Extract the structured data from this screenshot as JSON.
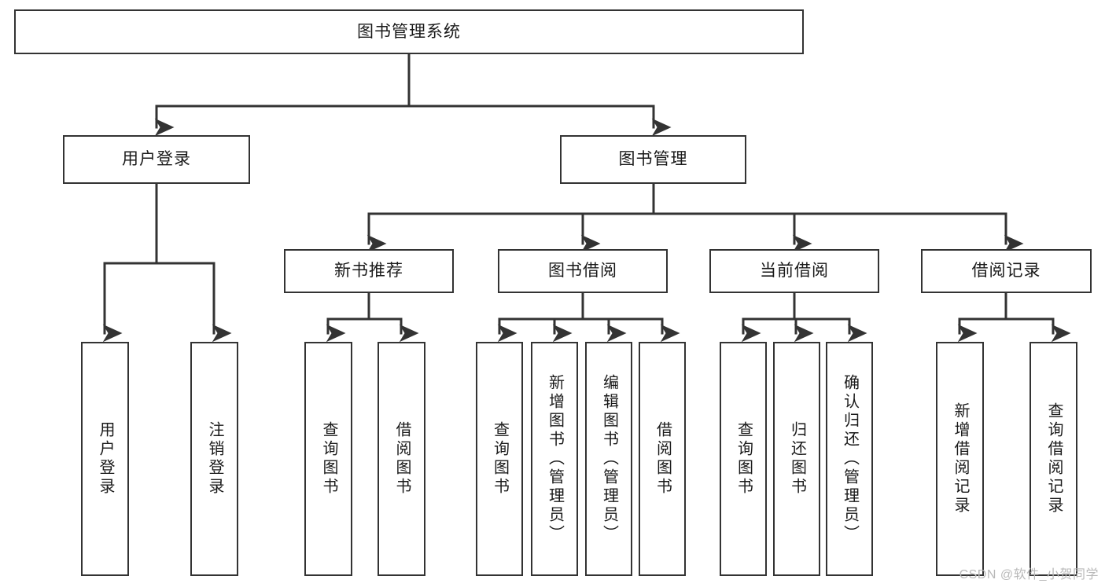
{
  "diagram": {
    "title": "图书管理系统",
    "type": "tree-hierarchy",
    "root": {
      "label": "图书管理系统"
    },
    "level2": [
      {
        "id": "user-login",
        "label": "用户登录"
      },
      {
        "id": "book-manage",
        "label": "图书管理"
      }
    ],
    "level3": [
      {
        "id": "new-book-recommend",
        "label": "新书推荐",
        "parent": "book-manage"
      },
      {
        "id": "book-borrow",
        "label": "图书借阅",
        "parent": "book-manage"
      },
      {
        "id": "current-borrow",
        "label": "当前借阅",
        "parent": "book-manage"
      },
      {
        "id": "borrow-record",
        "label": "借阅记录",
        "parent": "book-manage"
      }
    ],
    "leaves": [
      {
        "id": "leaf-user-login",
        "label": "用户登录",
        "parent": "user-login"
      },
      {
        "id": "leaf-logout",
        "label": "注销登录",
        "parent": "user-login"
      },
      {
        "id": "leaf-query-book-1",
        "label": "查询图书",
        "parent": "new-book-recommend"
      },
      {
        "id": "leaf-borrow-book-1",
        "label": "借阅图书",
        "parent": "new-book-recommend"
      },
      {
        "id": "leaf-query-book-2",
        "label": "查询图书",
        "parent": "book-borrow"
      },
      {
        "id": "leaf-add-book",
        "label": "新增图书（管理员）",
        "parent": "book-borrow"
      },
      {
        "id": "leaf-edit-book",
        "label": "编辑图书（管理员）",
        "parent": "book-borrow"
      },
      {
        "id": "leaf-borrow-book-2",
        "label": "借阅图书",
        "parent": "book-borrow"
      },
      {
        "id": "leaf-query-book-3",
        "label": "查询图书",
        "parent": "current-borrow"
      },
      {
        "id": "leaf-return-book",
        "label": "归还图书",
        "parent": "current-borrow"
      },
      {
        "id": "leaf-confirm-return",
        "label": "确认归还（管理员）",
        "parent": "current-borrow"
      },
      {
        "id": "leaf-add-record",
        "label": "新增借阅记录",
        "parent": "borrow-record"
      },
      {
        "id": "leaf-query-record",
        "label": "查询借阅记录",
        "parent": "borrow-record"
      }
    ]
  },
  "watermark": {
    "text": "CSDN @软件_小贺同学"
  },
  "colors": {
    "stroke": "#333333",
    "background": "#ffffff",
    "text": "#1a1a1a",
    "watermark": "#b9b9b9"
  }
}
